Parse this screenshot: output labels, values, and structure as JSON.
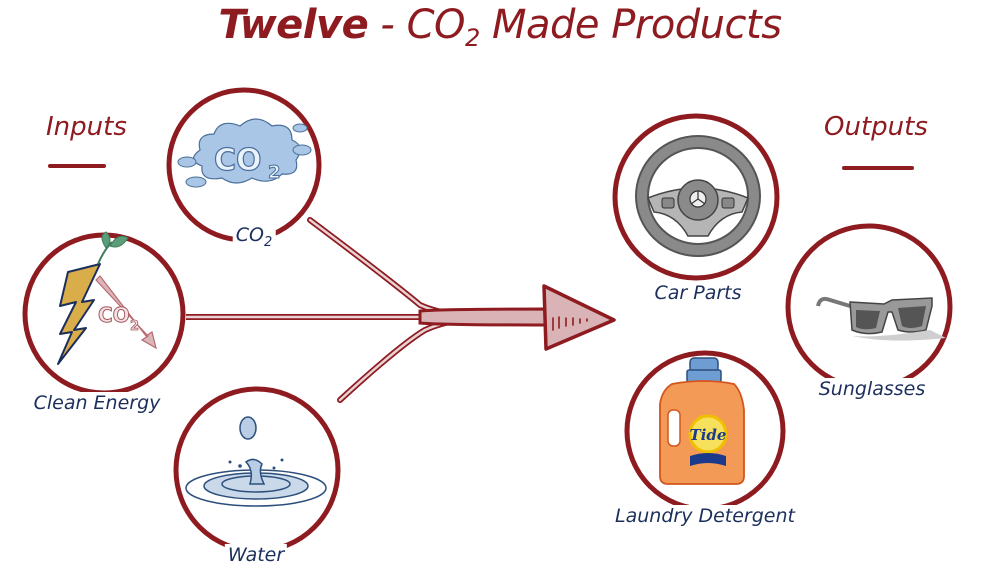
{
  "title": {
    "prefix": "Twelve",
    "dash": " - ",
    "co": "CO",
    "co_sub": "2",
    "rest": " Made Products"
  },
  "inputs": {
    "heading": "Inputs",
    "items": [
      {
        "label": "CO",
        "label_sub": "2",
        "icon": "co2-cloud-icon"
      },
      {
        "label": "Clean Energy",
        "icon": "clean-energy-bolt-icon"
      },
      {
        "label": "Water",
        "icon": "water-drop-icon"
      }
    ]
  },
  "outputs": {
    "heading": "Outputs",
    "items": [
      {
        "label": "Car Parts",
        "icon": "steering-wheel-icon"
      },
      {
        "label": "Sunglasses",
        "icon": "sunglasses-icon"
      },
      {
        "label": "Laundry Detergent",
        "icon": "detergent-bottle-icon",
        "brand_text": "Tide"
      }
    ]
  },
  "icons": {
    "cloud_text": "CO",
    "cloud_sub": "2",
    "energy_text": "CO",
    "energy_sub": "2"
  },
  "colors": {
    "accent_red": "#8e1b20",
    "label_navy": "#1c2f5c",
    "arrow_fill": "#d9b3b6",
    "cloud_blue": "#a9c6e6",
    "bolt_gold": "#d9ad4a",
    "leaf_green": "#5a9d78",
    "bottle_orange": "#f39a57",
    "cap_blue": "#6e9dd3"
  }
}
